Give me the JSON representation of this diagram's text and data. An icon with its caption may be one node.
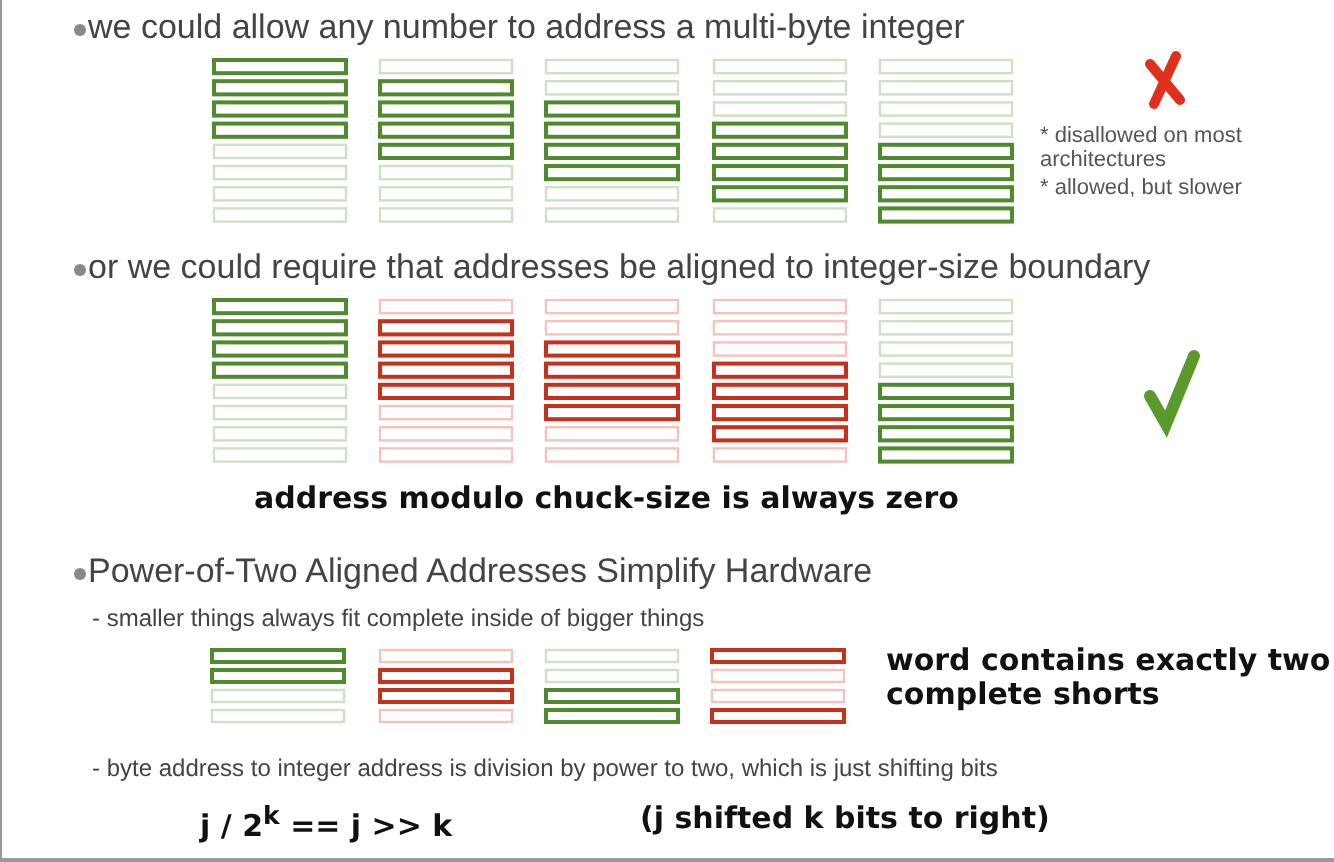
{
  "diagram": {
    "labels": [
      "we could allow any number to address a multi-byte integer",
      "* disallowed on most architectures",
      "* allowed, but slower",
      "or we could require that addresses be aligned to integer-size boundary",
      "address modulo chuck-size is always zero",
      "Power-of-Two Aligned Addresses Simplify Hardware",
      "- smaller things always fit complete inside of bigger things",
      "word contains exactly two complete shorts",
      "- byte address to integer address is division by power to two, which is just shifting bits",
      "j / 2$^{k}$ == j >> k",
      "(j shifted k bits to right)"
    ]
  }
}
